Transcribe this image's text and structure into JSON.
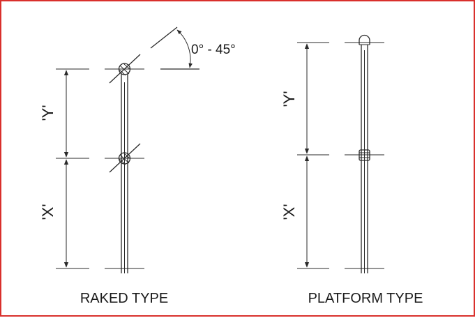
{
  "labels": {
    "raked_title": "RAKED TYPE",
    "platform_title": "PLATFORM TYPE",
    "dim_y": "'Y'",
    "dim_x": "'X'",
    "angle": "0° - 45°"
  },
  "colors": {
    "frame_border": "#d9302c",
    "ink": "#2a2a2a",
    "background": "#ffffff"
  }
}
